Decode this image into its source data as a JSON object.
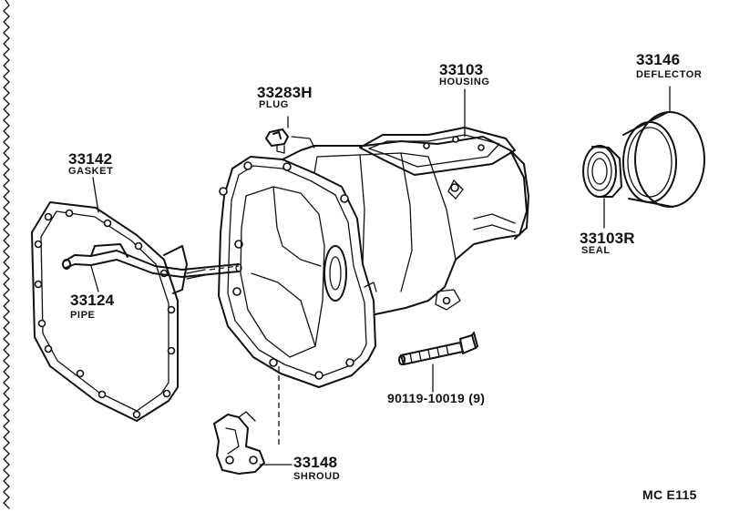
{
  "parts": {
    "housing": {
      "number": "33103",
      "name": "HOUSING"
    },
    "deflector": {
      "number": "33146",
      "name": "DEFLECTOR"
    },
    "plug": {
      "number": "33283H",
      "name": "PLUG"
    },
    "gasket": {
      "number": "33142",
      "name": "GASKET"
    },
    "pipe": {
      "number": "33124",
      "name": "PIPE"
    },
    "seal": {
      "number": "33103R",
      "name": "SEAL"
    },
    "bolt": {
      "number": "90119-10019 (9)"
    },
    "shroud": {
      "number": "33148",
      "name": "SHROUD"
    }
  },
  "diagram_code": "MC E115"
}
